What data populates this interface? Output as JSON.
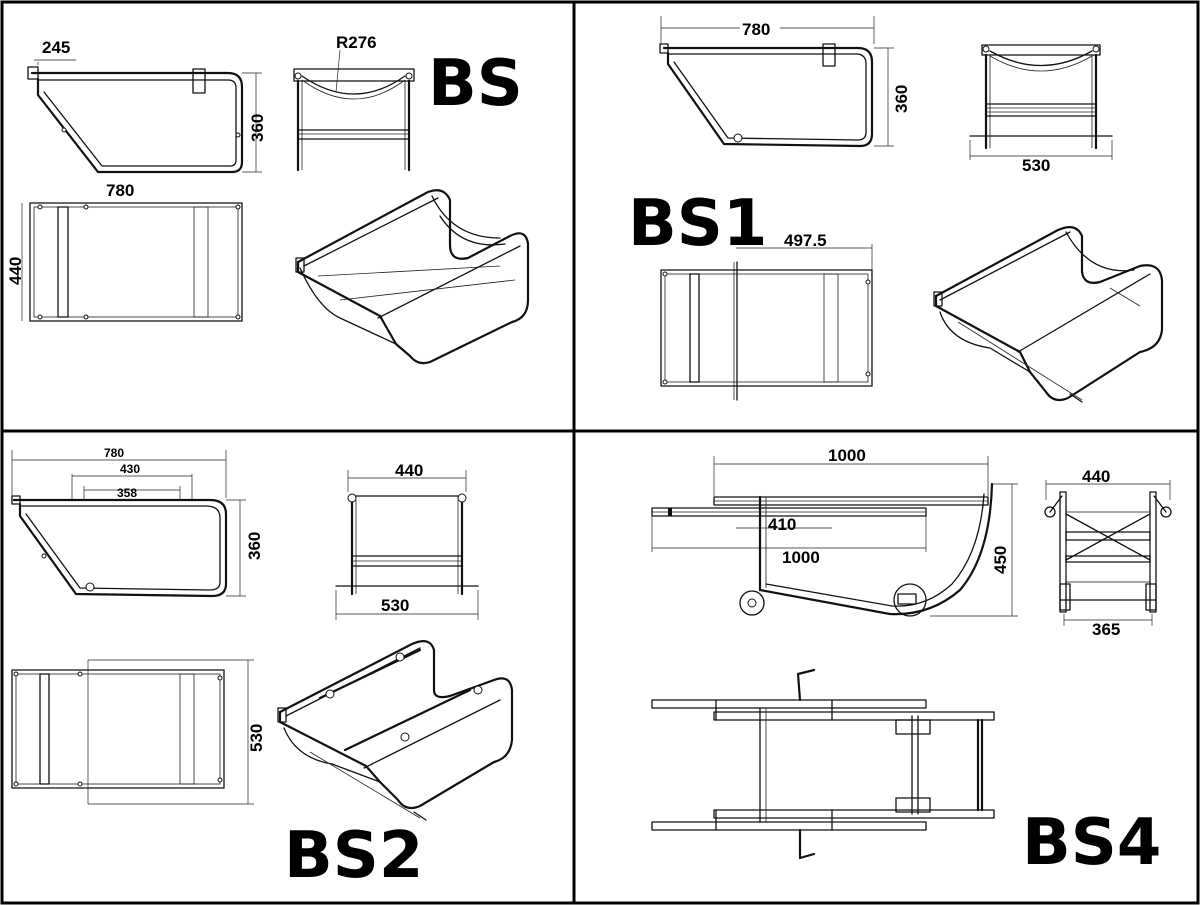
{
  "quadrants": {
    "bs": {
      "label": "BS",
      "dims": {
        "a": "245",
        "b": "R276",
        "c": "360",
        "d": "780",
        "e": "440"
      }
    },
    "bs1": {
      "label": "BS1",
      "dims": {
        "a": "780",
        "b": "360",
        "c": "530",
        "d": "497.5"
      }
    },
    "bs2": {
      "label": "BS2",
      "dims": {
        "a": "780",
        "b": "430",
        "c": "358",
        "d": "360",
        "e": "440",
        "f": "530",
        "g": "530"
      }
    },
    "bs4": {
      "label": "BS4",
      "dims": {
        "a": "1000",
        "b": "410",
        "c": "1000",
        "d": "450",
        "e": "440",
        "f": "365"
      }
    }
  }
}
